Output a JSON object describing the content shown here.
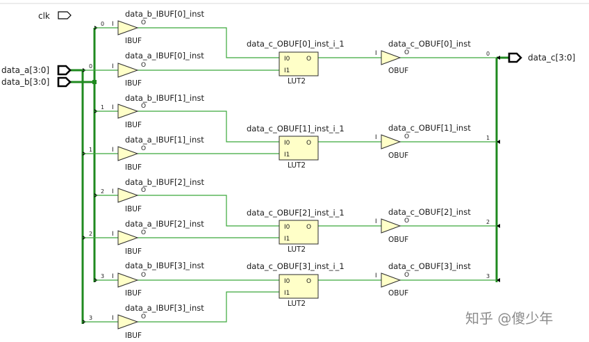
{
  "ports": {
    "clk": "clk",
    "data_a": "data_a[3:0]",
    "data_b": "data_b[3:0]",
    "data_c": "data_c[3:0]"
  },
  "ibufs": [
    {
      "inst": "data_b_IBUF[0]_inst",
      "type": "IBUF",
      "pin_in": "I",
      "pin_out": "O",
      "bus": "data_b",
      "idx": "0"
    },
    {
      "inst": "data_a_IBUF[0]_inst",
      "type": "IBUF",
      "pin_in": "I",
      "pin_out": "O",
      "bus": "data_a",
      "idx": "0"
    },
    {
      "inst": "data_b_IBUF[1]_inst",
      "type": "IBUF",
      "pin_in": "I",
      "pin_out": "O",
      "bus": "data_b",
      "idx": "1"
    },
    {
      "inst": "data_a_IBUF[1]_inst",
      "type": "IBUF",
      "pin_in": "I",
      "pin_out": "O",
      "bus": "data_a",
      "idx": "1"
    },
    {
      "inst": "data_b_IBUF[2]_inst",
      "type": "IBUF",
      "pin_in": "I",
      "pin_out": "O",
      "bus": "data_b",
      "idx": "2"
    },
    {
      "inst": "data_a_IBUF[2]_inst",
      "type": "IBUF",
      "pin_in": "I",
      "pin_out": "O",
      "bus": "data_a",
      "idx": "2"
    },
    {
      "inst": "data_b_IBUF[3]_inst",
      "type": "IBUF",
      "pin_in": "I",
      "pin_out": "O",
      "bus": "data_b",
      "idx": "3"
    },
    {
      "inst": "data_a_IBUF[3]_inst",
      "type": "IBUF",
      "pin_in": "I",
      "pin_out": "O",
      "bus": "data_a",
      "idx": "3"
    }
  ],
  "luts": [
    {
      "inst": "data_c_OBUF[0]_inst_i_1",
      "type": "LUT2",
      "pin_i0": "I0",
      "pin_i1": "I1",
      "pin_o": "O"
    },
    {
      "inst": "data_c_OBUF[1]_inst_i_1",
      "type": "LUT2",
      "pin_i0": "I0",
      "pin_i1": "I1",
      "pin_o": "O"
    },
    {
      "inst": "data_c_OBUF[2]_inst_i_1",
      "type": "LUT2",
      "pin_i0": "I0",
      "pin_i1": "I1",
      "pin_o": "O"
    },
    {
      "inst": "data_c_OBUF[3]_inst_i_1",
      "type": "LUT2",
      "pin_i0": "I0",
      "pin_i1": "I1",
      "pin_o": "O"
    }
  ],
  "obufs": [
    {
      "inst": "data_c_OBUF[0]_inst",
      "type": "OBUF",
      "pin_in": "I",
      "pin_out": "O",
      "idx": "0"
    },
    {
      "inst": "data_c_OBUF[1]_inst",
      "type": "OBUF",
      "pin_in": "I",
      "pin_out": "O",
      "idx": "1"
    },
    {
      "inst": "data_c_OBUF[2]_inst",
      "type": "OBUF",
      "pin_in": "I",
      "pin_out": "O",
      "idx": "2"
    },
    {
      "inst": "data_c_OBUF[3]_inst",
      "type": "OBUF",
      "pin_in": "I",
      "pin_out": "O",
      "idx": "3"
    }
  ],
  "watermark": "知乎 @傻少年",
  "colors": {
    "wire": "#3aa83a",
    "bus": "#1f8a1f",
    "cell_fill": "#ffffc8",
    "cell_stroke": "#2a2a2a",
    "port": "#000000",
    "text": "#1a1a1a"
  }
}
